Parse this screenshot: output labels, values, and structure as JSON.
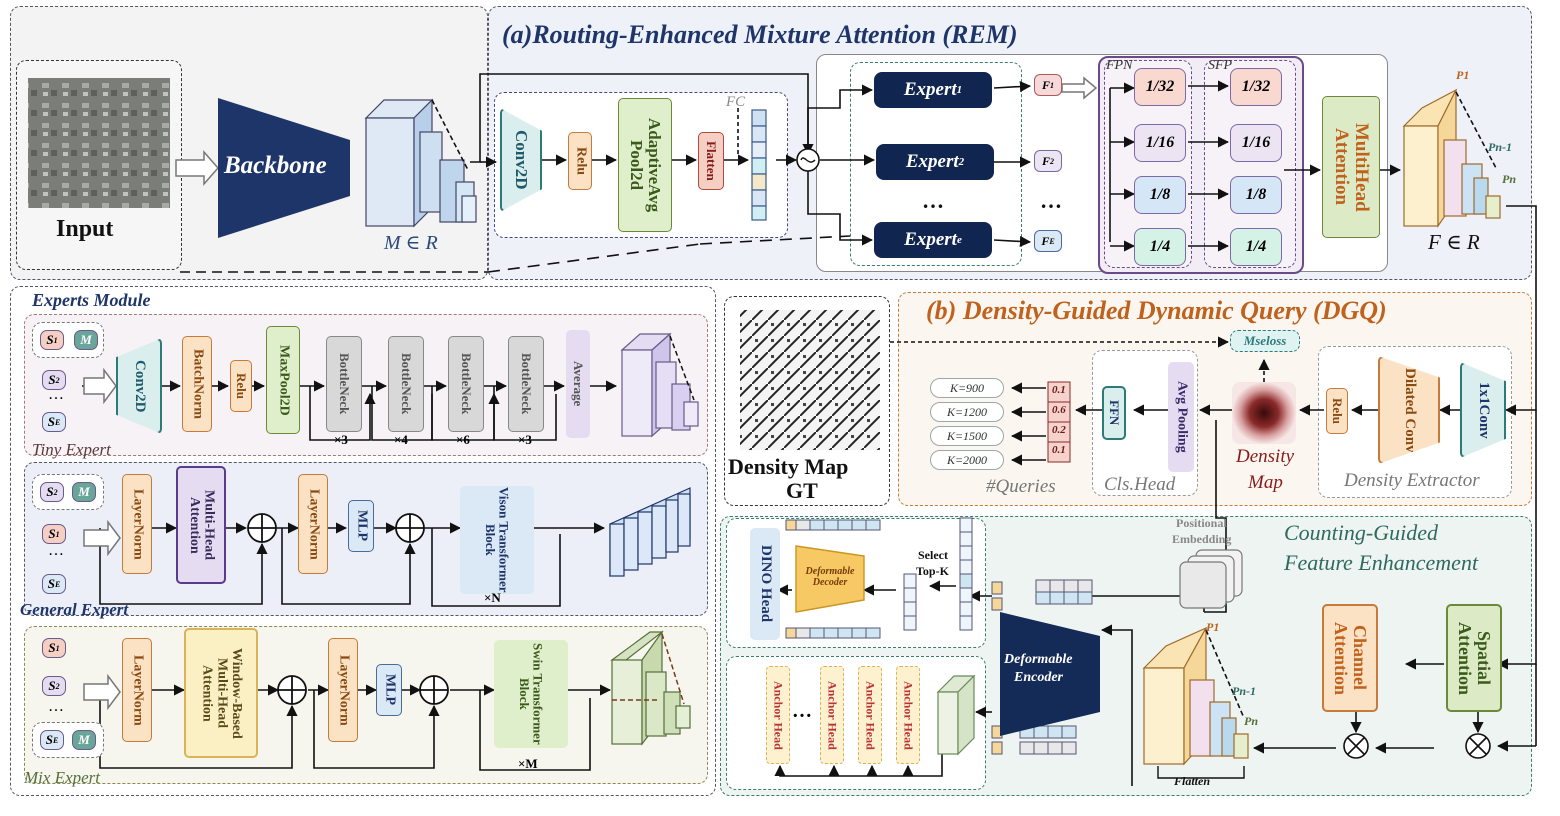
{
  "sections": {
    "rem_title": "(a)Routing-Enhanced Mixture Attention (REM)",
    "dgq_title": "(b) Density-Guided Dynamic Query (DGQ)",
    "cgfe_title_1": "Counting-Guided",
    "cgfe_title_2": "Feature Enhancement",
    "experts_module": "Experts Module",
    "tiny_expert": "Tiny Expert",
    "general_expert": "General Expert",
    "mix_expert": "Mix Expert"
  },
  "backbone": {
    "input_label": "Input",
    "backbone_label": "Backbone",
    "m_label": "M ∈ R"
  },
  "router": {
    "conv2d": "Conv2D",
    "relu": "Relu",
    "pool": "AdaptiveAvg Pool2d",
    "flatten": "Flatten",
    "fc": "FC"
  },
  "experts": {
    "expert_1": "Expert",
    "expert_1_sub": "1",
    "expert_2": "Expert",
    "expert_2_sub": "2",
    "expert_e": "Expert",
    "expert_e_sub": "e",
    "dots": "…",
    "f1": "F",
    "f1_sub": "1",
    "f2": "F",
    "f2_sub": "2",
    "fe": "F",
    "fe_sub": "E"
  },
  "pyramid": {
    "fpn": "FPN",
    "sfp": "SFP",
    "levels": [
      "1/32",
      "1/16",
      "1/8",
      "1/4"
    ],
    "multihead": "MultiHead Attention",
    "f_label": "F ∈ R",
    "p1": "P1",
    "pn1": "Pn-1",
    "pn": "Pn"
  },
  "tiny": {
    "s1": "S",
    "s1_sub": "1",
    "m": "M",
    "s2": "S",
    "s2_sub": "2",
    "dots": "…",
    "se": "S",
    "se_sub": "E",
    "conv2d": "Conv2D",
    "batchnorm": "BatchNorm",
    "relu": "Relu",
    "maxpool": "MaxPool2D",
    "bottleneck": "BottleNeck",
    "mult": [
      "×3",
      "×4",
      "×6",
      "×3"
    ],
    "average": "Average"
  },
  "general": {
    "layernorm": "LayerNorm",
    "mha": "Multi-Head Attention",
    "mlp": "MLP",
    "vit": "Vison Transformer Block",
    "times": "×N"
  },
  "mix": {
    "layernorm": "LayerNorm",
    "wmha": "Window-Based Multi-Head Attention",
    "mlp": "MLP",
    "swin": "Swin Transformer Block",
    "times": "×M"
  },
  "dgq": {
    "density_gt_1": "Density Map",
    "density_gt_2": "GT",
    "mseloss": "Mseloss",
    "k_values": [
      "K=900",
      "K=1200",
      "K=1500",
      "K=2000"
    ],
    "probs": [
      "0.1",
      "0.6",
      "0.2",
      "0.1"
    ],
    "queries": "#Queries",
    "ffn": "FFN",
    "avgpool": "Avg Pooling",
    "clshead": "Cls.Head",
    "density_map_1": "Density",
    "density_map_2": "Map",
    "relu": "Relu",
    "dilated": "Dilated Conv",
    "conv1x1": "1x1Conv",
    "extractor": "Density Extractor"
  },
  "cgfe": {
    "dino": "DINO Head",
    "deform_decoder": "Deformable Decoder",
    "select_1": "Select",
    "select_2": "Top-K",
    "pos_1": "Positional",
    "pos_2": "Embedding",
    "deform_encoder_1": "Deformable",
    "deform_encoder_2": "Encoder",
    "anchor": "Anchor Head",
    "dots": "…",
    "channel": "Channel Attention",
    "spatial": "Spatial Attention",
    "flatten": "Flatten",
    "p1": "P1",
    "pn1": "Pn-1",
    "pn": "Pn"
  }
}
